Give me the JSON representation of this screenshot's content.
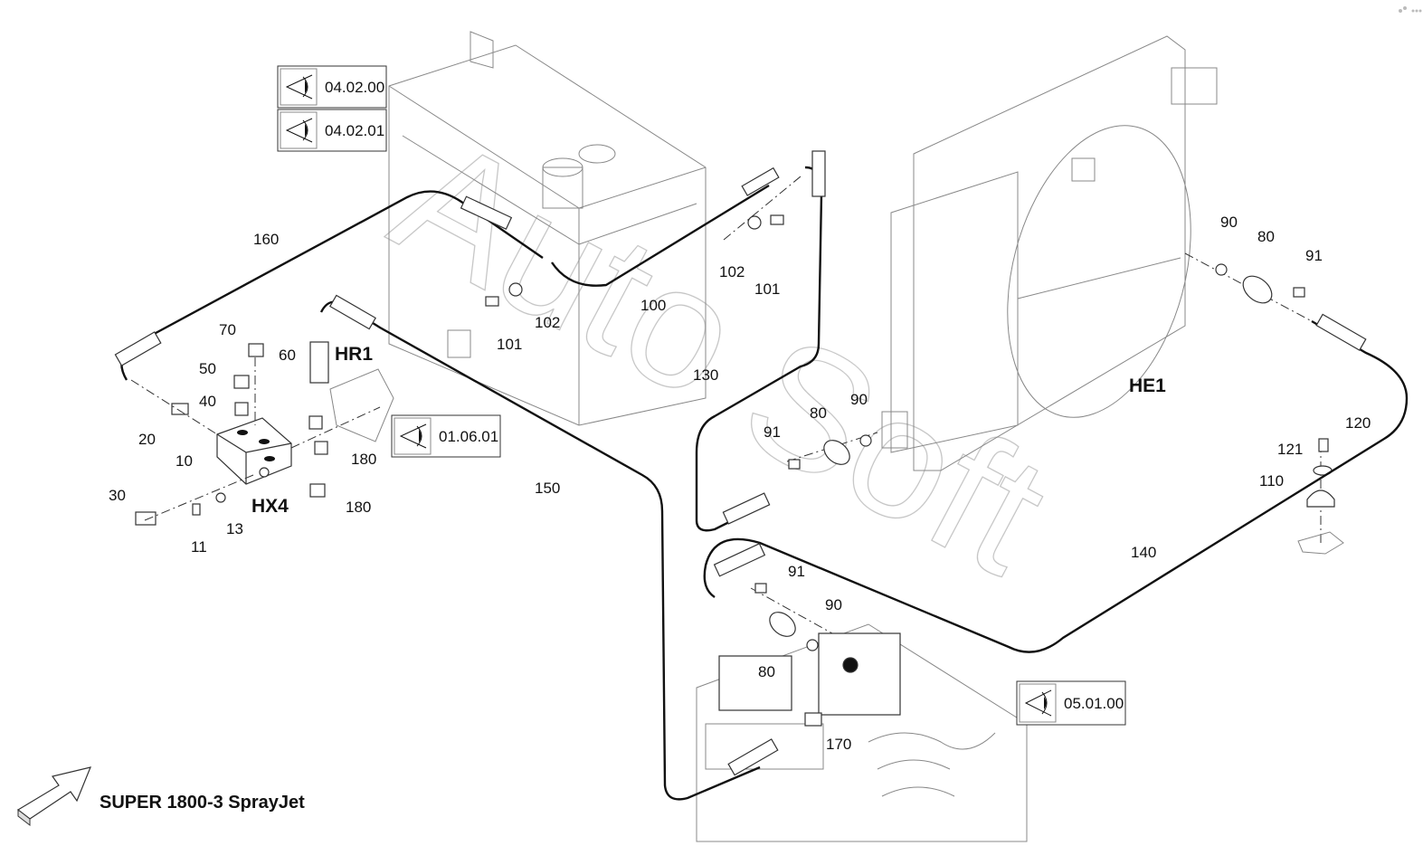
{
  "title": "SUPER 1800-3 SprayJet",
  "watermark": "AutoSoft",
  "references": [
    {
      "code": "04.02.00",
      "icon": "eye-icon"
    },
    {
      "code": "04.02.01",
      "icon": "eye-icon"
    },
    {
      "code": "01.06.01",
      "icon": "eye-icon"
    },
    {
      "code": "05.01.00",
      "icon": "eye-icon"
    }
  ],
  "callouts": [
    "160",
    "70",
    "60",
    "50",
    "40",
    "20",
    "10",
    "30",
    "11",
    "13",
    "180",
    "180",
    "HX4",
    "HR1",
    "150",
    "101",
    "102",
    "100",
    "102",
    "101",
    "130",
    "91",
    "80",
    "90",
    "90",
    "80",
    "91",
    "HE1",
    "120",
    "121",
    "110",
    "140",
    "91",
    "90",
    "80",
    "170"
  ]
}
